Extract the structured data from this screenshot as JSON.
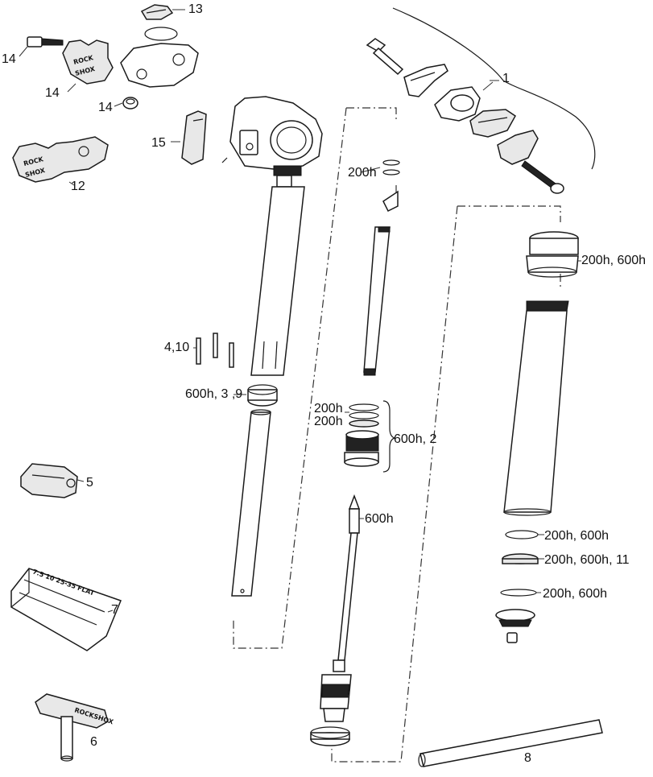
{
  "labels": {
    "l1": "1",
    "l13": "13",
    "l14a": "14",
    "l14b": "14",
    "l14c": "14",
    "l15": "15",
    "l12": "12",
    "l5": "5",
    "l7": "7",
    "l6": "6",
    "l8": "8",
    "l410": "4,10",
    "l600h39": "600h, 3 ,9",
    "l200h_top": "200h",
    "l200h_a": "200h",
    "l200h_b": "200h",
    "l600h2": "600h, 2",
    "l600h_rod": "600h",
    "l200h600h_top": "200h, 600h",
    "l200h600h_a": "200h, 600h",
    "l200h600h11": "200h, 600h, 11",
    "l200h600h_b": "200h, 600h"
  },
  "part_text": {
    "rockshox_a": "ROCK",
    "rockshox_b": "SHOX",
    "tool_marks": "7.5   10   25-35   FLAT",
    "tool6_brand": "ROCKSHOX"
  }
}
